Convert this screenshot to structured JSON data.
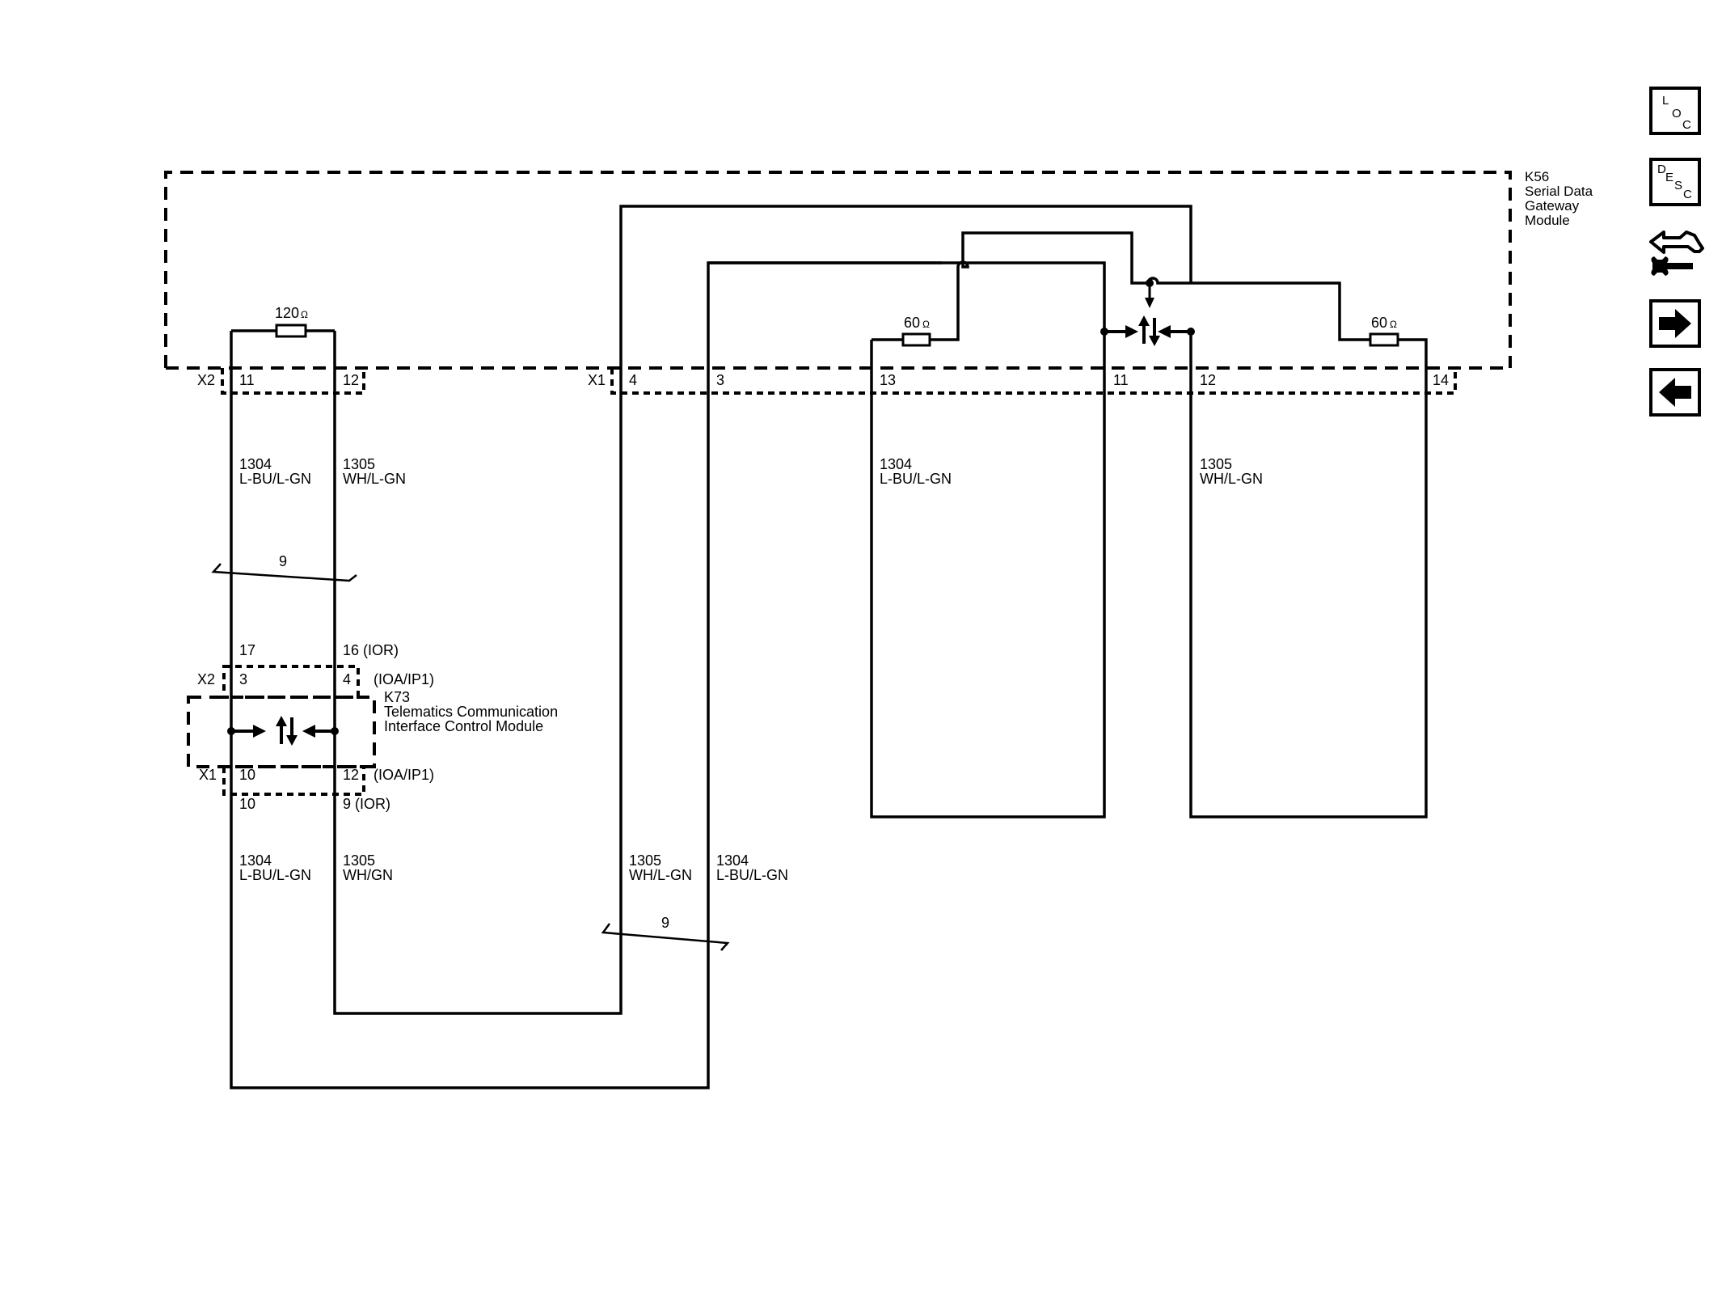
{
  "sidebar": {
    "loc": {
      "l1": "L",
      "l2": "O",
      "l3": "C"
    },
    "desc": {
      "l1": "D",
      "l2": "E",
      "l3": "S",
      "l4": "C"
    }
  },
  "modules": {
    "k56": {
      "ref": "K56",
      "line1": "Serial Data",
      "line2": "Gateway",
      "line3": "Module"
    },
    "k73": {
      "ref": "K73",
      "line1": "Telematics Communication",
      "line2": "Interface Control Module"
    }
  },
  "resistors": {
    "r120": "120",
    "r60a": "60",
    "r60b": "60",
    "unit": "Ω"
  },
  "connectors": {
    "k56_x2": "X2",
    "k56_x1": "X1",
    "k73_x2": "X2",
    "k73_x1": "X1"
  },
  "pins": {
    "k56_x2_11": "11",
    "k56_x2_12": "12",
    "k56_x1_4": "4",
    "k56_x1_3": "3",
    "k56_x1_13": "13",
    "k56_x1_11": "11",
    "k56_x1_12": "12",
    "k56_x1_14": "14",
    "inline_17": "17",
    "inline_16": "16 (IOR)",
    "k73_x2_3": "3",
    "k73_x2_4": "4",
    "k73_x2_4_opt": "(IOA/IP1)",
    "k73_x1_10": "10",
    "k73_x1_12": "12",
    "k73_x1_12_opt": "(IOA/IP1)",
    "inline_10": "10",
    "inline_9": "9 (IOR)"
  },
  "wires": {
    "w1": {
      "circuit": "1304",
      "color": "L-BU/L-GN"
    },
    "w2": {
      "circuit": "1305",
      "color": "WH/L-GN"
    },
    "w3": {
      "circuit": "1304",
      "color": "L-BU/L-GN"
    },
    "w4": {
      "circuit": "1305",
      "color": "WH/L-GN"
    },
    "w5": {
      "circuit": "1304",
      "color": "L-BU/L-GN"
    },
    "w6": {
      "circuit": "1305",
      "color": "WH/GN"
    },
    "w7": {
      "circuit": "1305",
      "color": "WH/L-GN"
    },
    "w8": {
      "circuit": "1304",
      "color": "L-BU/L-GN"
    }
  },
  "twist": {
    "t1": "9",
    "t2": "9"
  }
}
